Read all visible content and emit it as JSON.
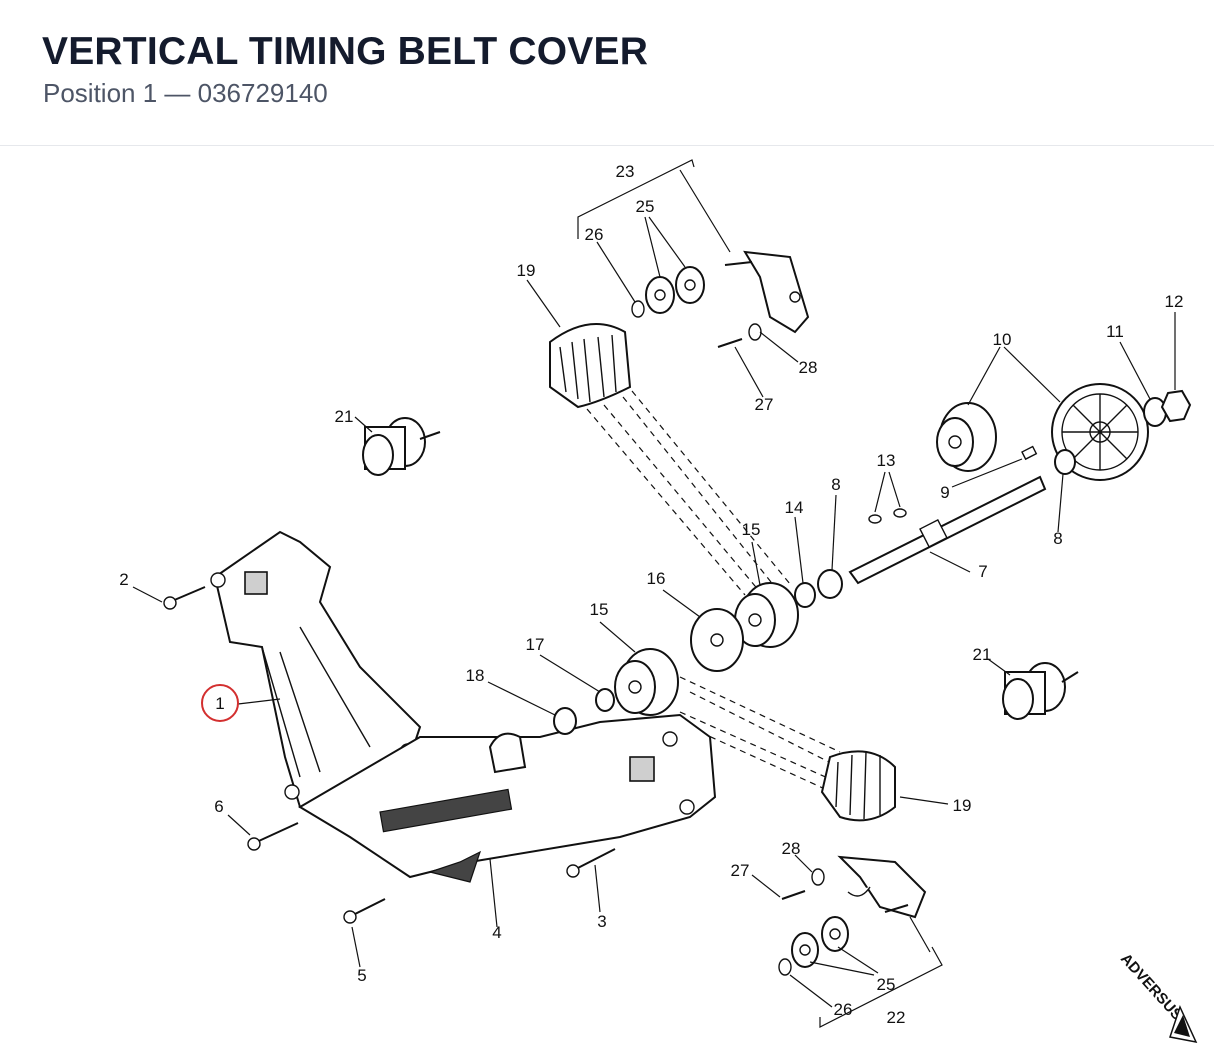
{
  "header": {
    "title": "VERTICAL TIMING BELT COVER",
    "subtitle": "Position 1 — 036729140"
  },
  "diagram": {
    "highlighted_callout": "1",
    "highlight_color": "#d32f2f",
    "watermark": "ADVERSUS",
    "callouts": {
      "c1": "1",
      "c2": "2",
      "c3": "3",
      "c4": "4",
      "c5": "5",
      "c6": "6",
      "c7": "7",
      "c8a": "8",
      "c8b": "8",
      "c9": "9",
      "c10": "10",
      "c11": "11",
      "c12": "12",
      "c13": "13",
      "c14": "14",
      "c15a": "15",
      "c15b": "15",
      "c16": "16",
      "c17": "17",
      "c18": "18",
      "c19a": "19",
      "c19b": "19",
      "c21a": "21",
      "c21b": "21",
      "c22": "22",
      "c23": "23",
      "c25a": "25",
      "c25b": "25",
      "c26a": "26",
      "c26b": "26",
      "c27a": "27",
      "c27b": "27",
      "c28a": "28",
      "c28b": "28"
    }
  }
}
